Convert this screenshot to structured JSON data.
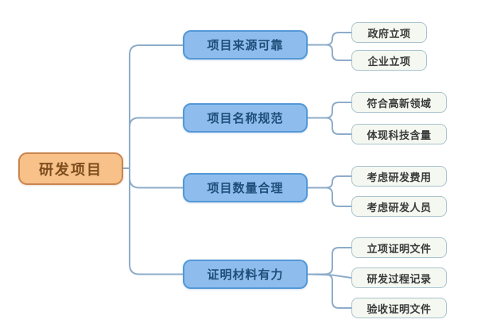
{
  "diagram": {
    "type": "mindmap",
    "root": {
      "label": "研发项目"
    },
    "branches": [
      {
        "label": "项目来源可靠",
        "children": [
          {
            "label": "政府立项"
          },
          {
            "label": "企业立项"
          }
        ]
      },
      {
        "label": "项目名称规范",
        "children": [
          {
            "label": "符合高新领域"
          },
          {
            "label": "体现科技含量"
          }
        ]
      },
      {
        "label": "项目数量合理",
        "children": [
          {
            "label": "考虑研发费用"
          },
          {
            "label": "考虑研发人员"
          }
        ]
      },
      {
        "label": "证明材料有力",
        "children": [
          {
            "label": "立项证明文件"
          },
          {
            "label": "研发过程记录"
          },
          {
            "label": "验收证明文件"
          }
        ]
      }
    ],
    "colors": {
      "background": "#ffffff",
      "root_fill": "#f8c189",
      "root_border": "#c9854e",
      "root_text": "#7c4d1e",
      "branch_fill": "#8ebded",
      "branch_border": "#5498d7",
      "branch_text": "#1e4e79",
      "leaf_fill": "#f4f8f1",
      "leaf_border": "#a9c2ce",
      "leaf_text": "#3a3a3a",
      "connector": "#8eacc9"
    }
  }
}
